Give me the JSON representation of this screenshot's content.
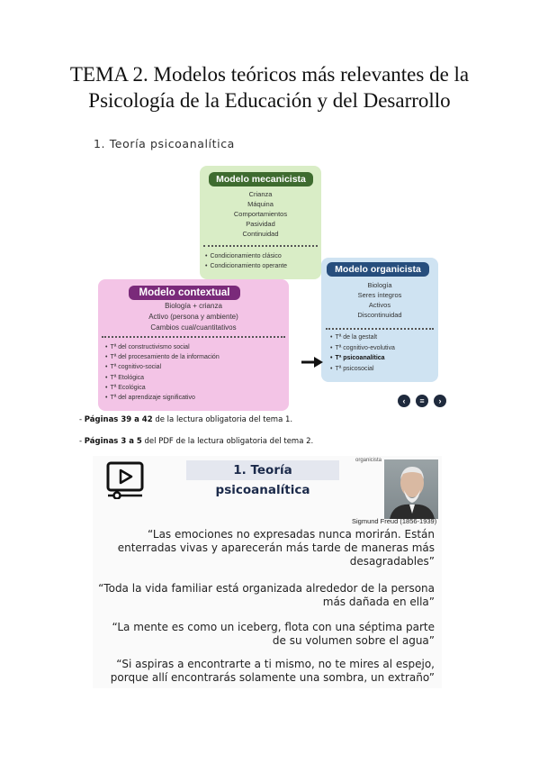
{
  "document": {
    "title_line1": "TEMA 2. Modelos teóricos más relevantes de la",
    "title_line2": "Psicología de la Educación y del Desarrollo",
    "section_heading": "1.  Teoría psicoanalítica"
  },
  "diagram": {
    "mecanicista": {
      "label": "Modelo mecanicista",
      "lines": [
        "Crianza",
        "Máquina",
        "Comportamientos",
        "Pasividad",
        "Continuidad"
      ],
      "bullets": [
        "Condicionamiento clásico",
        "Condicionamiento operante"
      ],
      "color": "#3e6b2f",
      "bg": "#d9edc6"
    },
    "organicista": {
      "label": "Modelo organicista",
      "lines": [
        "Biología",
        "Seres íntegros",
        "Activos",
        "Discontinuidad"
      ],
      "bullets": [
        "Tª de la gestalt",
        "Tª cognitivo-evolutiva",
        "Tª psicoanalítica",
        "Tª psicosocial"
      ],
      "highlight": "Tª psicoanalítica",
      "color": "#274e7d",
      "bg": "#cfe3f2"
    },
    "contextual": {
      "label": "Modelo contextual",
      "lines": [
        "Biología + crianza",
        "Activo (persona y ambiente)",
        "Cambios cual/cuantitativos"
      ],
      "bullets": [
        "Tª del constructivismo social",
        "Tª del procesamiento de la información",
        "Tª cognitivo-social",
        "Tª Etológica",
        "Tª Ecológica",
        "Tª del aprendizaje significativo"
      ],
      "color": "#7a2a7a",
      "bg": "#f3c4e6"
    },
    "nav": {
      "prev": "‹",
      "menu": "≡",
      "next": "›"
    }
  },
  "notes": {
    "n1_prefix": "- ",
    "n1_bold": "Páginas 39 a 42",
    "n1_rest": " de la lectura obligatoria del tema 1.",
    "n2_prefix": "- ",
    "n2_bold": "Páginas 3 a 5",
    "n2_rest": " del PDF de la lectura obligatoria del tema 2."
  },
  "slide": {
    "title": "1. Teoría psicoanalítica",
    "corner_label": "organicista",
    "photo_caption": "Sigmund Freud (1856-1939)",
    "quotes": [
      [
        "“Las emociones no expresadas nunca morirán. Están",
        "enterradas vivas y aparecerán más tarde de maneras más",
        "desagradables”"
      ],
      [
        "“Toda la vida familiar está organizada alrededor de la persona",
        "más dañada en ella”"
      ],
      [
        "“La mente es como un iceberg, flota con una séptima parte",
        "de su volumen sobre el agua”"
      ],
      [
        "“Si aspiras a encontrarte a ti mismo, no te mires al espejo,",
        "porque allí encontrarás solamente una sombra, un extraño”"
      ]
    ]
  }
}
